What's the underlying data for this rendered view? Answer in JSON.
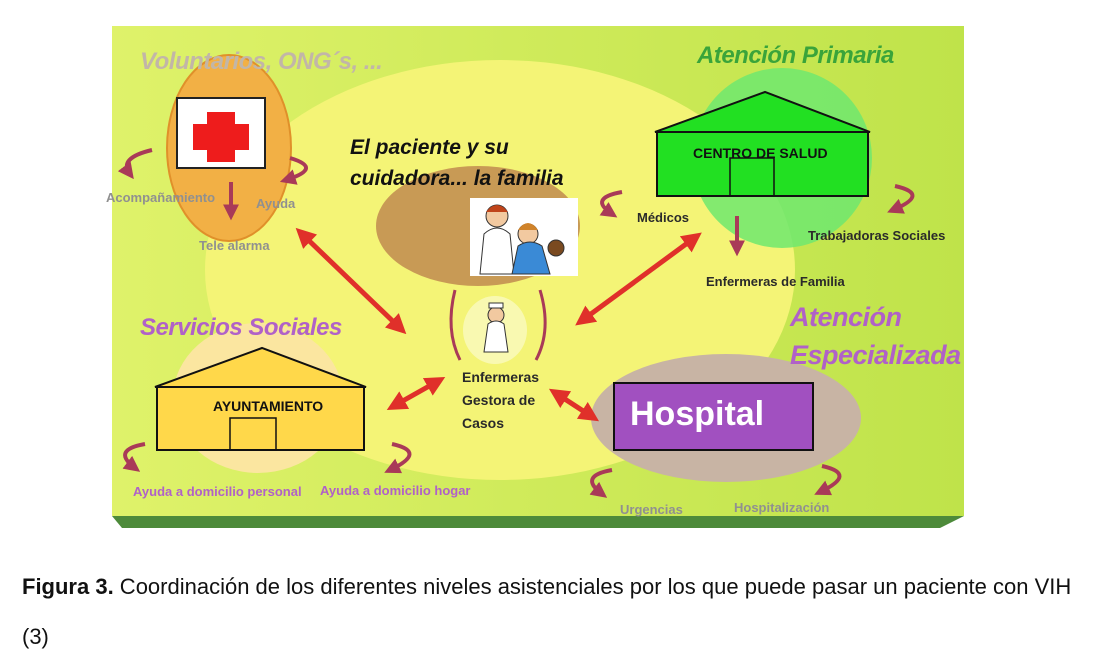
{
  "regions": {
    "voluntarios": "Voluntarios, ONG´s, ...",
    "atencion_primaria": "Atención Primaria",
    "servicios_sociales": "Servicios Sociales",
    "atencion_especializada_1": "Atención",
    "atencion_especializada_2": "Especializada"
  },
  "center": {
    "title_line1": "El paciente y su",
    "title_line2": "cuidadora... la familia",
    "nurse_line1": "Enfermeras",
    "nurse_line2": "Gestora de",
    "nurse_line3": "Casos"
  },
  "buildings": {
    "centro_salud": "CENTRO DE SALUD",
    "ayuntamiento": "AYUNTAMIENTO",
    "hospital": "Hospital"
  },
  "labels": {
    "acompanamiento": "Acompañamiento",
    "ayuda": "Ayuda",
    "tele_alarma": "Tele alarma",
    "medicos": "Médicos",
    "trabajadoras_sociales": "Trabajadoras Sociales",
    "enfermeras_familia": "Enfermeras de Familia",
    "ayuda_personal": "Ayuda a domicilio personal",
    "ayuda_hogar": "Ayuda a domicilio hogar",
    "urgencias": "Urgencias",
    "hospitalizacion": "Hospitalización"
  },
  "caption": {
    "prefix": "Figura 3.",
    "text": " Coordinación de los diferentes niveles asistenciales por los que puede pasar un paciente con VIH (3)"
  },
  "colors": {
    "background": "#d2ee5a",
    "inner_ellipse": "#f4f476",
    "orange_ellipse": "#f2b045",
    "green_circle": "#6ee86e",
    "brown_ellipse": "#c89a55",
    "hospital_ellipse": "#c8b4a4",
    "hospital_box": "#a150c0",
    "centro_box": "#22e022",
    "ayuntamiento_box": "#ffd84a",
    "arrow_red": "#e0302a",
    "loop_red": "#a93a58"
  }
}
